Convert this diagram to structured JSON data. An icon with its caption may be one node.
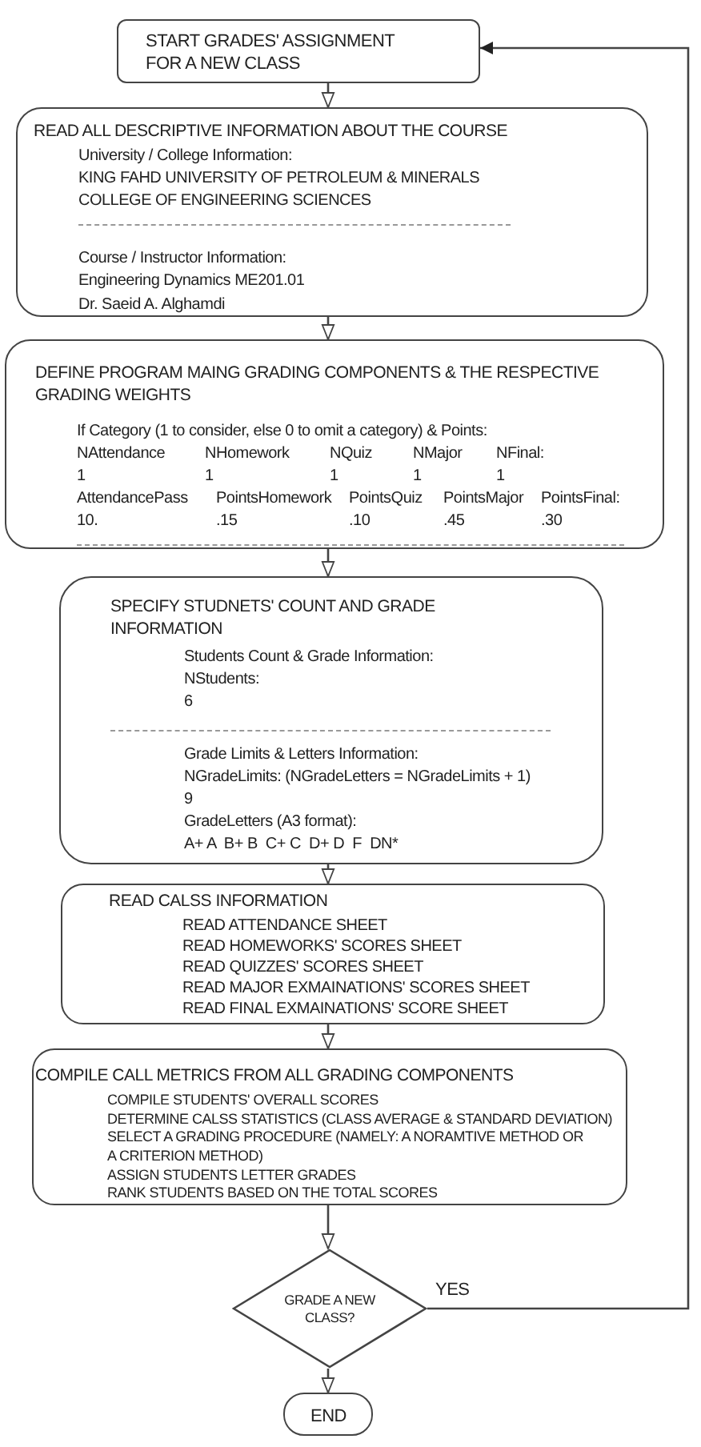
{
  "diagram": {
    "nodes": [
      {
        "text": [
          "START GRADES' ASSIGNMENT FOR A NEW CLASS"
        ]
      },
      {
        "text": [
          "READ ALL DESCRIPTIVE INFORMATION ABOUT THE COURSE",
          "University / College Information:",
          "KING FAHD UNIVERSITY OF PETROLEUM & MINERALS",
          "COLLEGE OF ENGINEERING SCIENCES",
          "Course / Instructor Information:",
          "Engineering Dynamics ME201.01",
          "Dr. Saeid A. Alghamdi"
        ]
      },
      {
        "text": [
          "DEFINE PROGRAM MAING GRADING COMPONENTS & THE RESPECTIVE GRADING WEIGHTS",
          "If Category (1 to consider, else 0 to omit a category) & Points:",
          "NAttendance",
          "NHomework",
          "NQuiz",
          "NMajor",
          "NFinal:",
          "1",
          "1",
          "1",
          "1",
          "1",
          "AttendancePass",
          "PointsHomework",
          "PointsQuiz",
          "PointsMajor",
          "PointsFinal:",
          "10.",
          ".15",
          ".10",
          ".45",
          ".30"
        ]
      },
      {
        "text": [
          "SPECIFY STUDNETS' COUNT AND GRADE INFORMATION",
          "Students Count & Grade Information:",
          "NStudents:",
          "6",
          "Grade Limits & Letters Information:",
          "NGradeLimits: (NGradeLetters = NGradeLimits + 1)",
          "9",
          "GradeLetters (A3 format):",
          "A+ A  B+ B  C+ C  D+ D  F  DN*"
        ]
      },
      {
        "text": [
          "READ CALSS INFORMATION",
          "READ ATTENDANCE SHEET",
          "READ HOMEWORKS' SCORES SHEET",
          "READ QUIZZES' SCORES SHEET",
          "READ MAJOR EXMAINATIONS' SCORES SHEET",
          "READ FINAL EXMAINATIONS' SCORE SHEET"
        ]
      },
      {
        "text": [
          "COMPILE CALL METRICS FROM ALL GRADING COMPONENTS",
          "COMPILE STUDENTS' OVERALL SCORES",
          "DETERMINE CALSS STATISTICS (CLASS AVERAGE & STANDARD DEVIATION)",
          "SELECT A GRADING PROCEDURE (NAMELY:  A NORAMTIVE METHOD OR A CRITERION METHOD)",
          "ASSIGN STUDENTS LETTER GRADES",
          "RANK STUDENTS BASED ON THE TOTAL SCORES"
        ]
      },
      {
        "text": [
          "GRADE A NEW CLASS?"
        ]
      },
      {
        "text": [
          "END"
        ]
      }
    ],
    "edges": [
      {
        "from": 0,
        "to": 1,
        "arrow": "to"
      },
      {
        "from": 1,
        "to": 2,
        "arrow": "to"
      },
      {
        "from": 2,
        "to": 3,
        "arrow": "to"
      },
      {
        "from": 3,
        "to": 4,
        "arrow": "to"
      },
      {
        "from": 4,
        "to": 5,
        "arrow": "to"
      },
      {
        "from": 5,
        "to": 6,
        "arrow": "to"
      },
      {
        "from": 6,
        "to": 7,
        "arrow": "to"
      },
      {
        "from": 6,
        "to": 0,
        "arrow": "to",
        "label": "YES"
      }
    ]
  }
}
